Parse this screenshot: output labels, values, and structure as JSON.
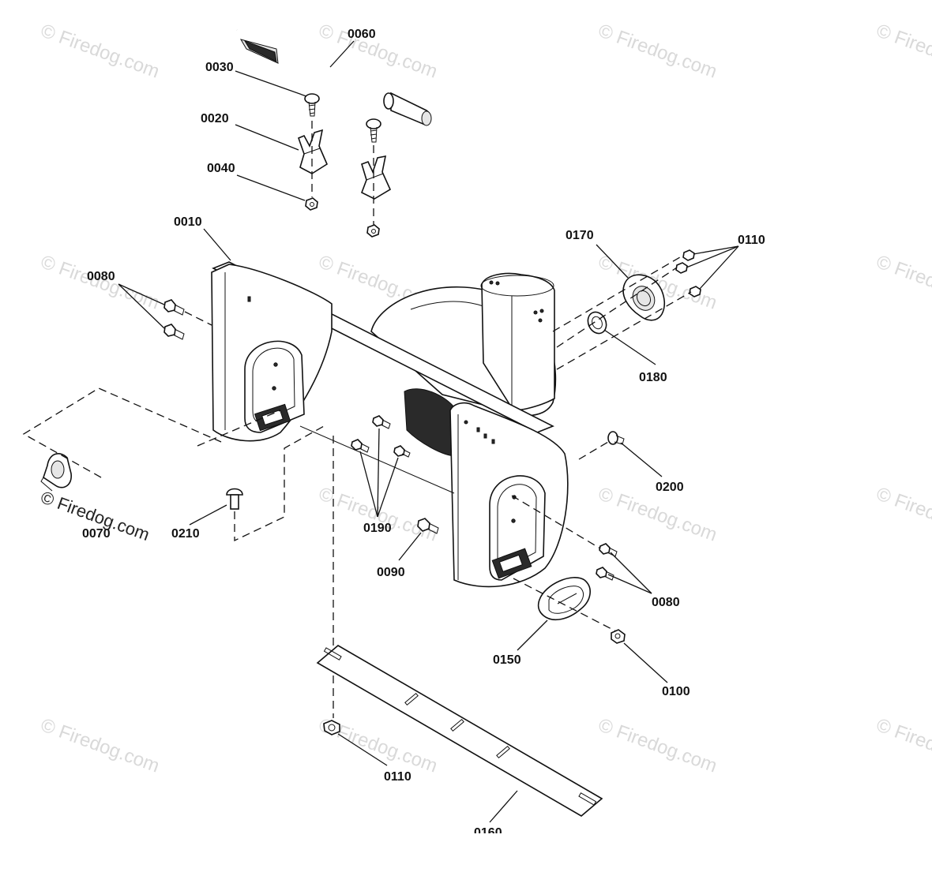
{
  "diagram": {
    "watermark_text": "© Firedog.com",
    "parts": [
      {
        "id": "p0060",
        "number": "0060"
      },
      {
        "id": "p0030",
        "number": "0030"
      },
      {
        "id": "p0020",
        "number": "0020"
      },
      {
        "id": "p0040",
        "number": "0040"
      },
      {
        "id": "p0010",
        "number": "0010"
      },
      {
        "id": "p0170",
        "number": "0170"
      },
      {
        "id": "p0110a",
        "number": "0110"
      },
      {
        "id": "p0080a",
        "number": "0080"
      },
      {
        "id": "p0180",
        "number": "0180"
      },
      {
        "id": "p0200",
        "number": "0200"
      },
      {
        "id": "p0210",
        "number": "0210"
      },
      {
        "id": "p0070",
        "number": "0070"
      },
      {
        "id": "p0190",
        "number": "0190"
      },
      {
        "id": "p0090",
        "number": "0090"
      },
      {
        "id": "p0080b",
        "number": "0080"
      },
      {
        "id": "p0150",
        "number": "0150"
      },
      {
        "id": "p0100",
        "number": "0100"
      },
      {
        "id": "p0110b",
        "number": "0110"
      },
      {
        "id": "p0160",
        "number": "0160"
      }
    ]
  }
}
